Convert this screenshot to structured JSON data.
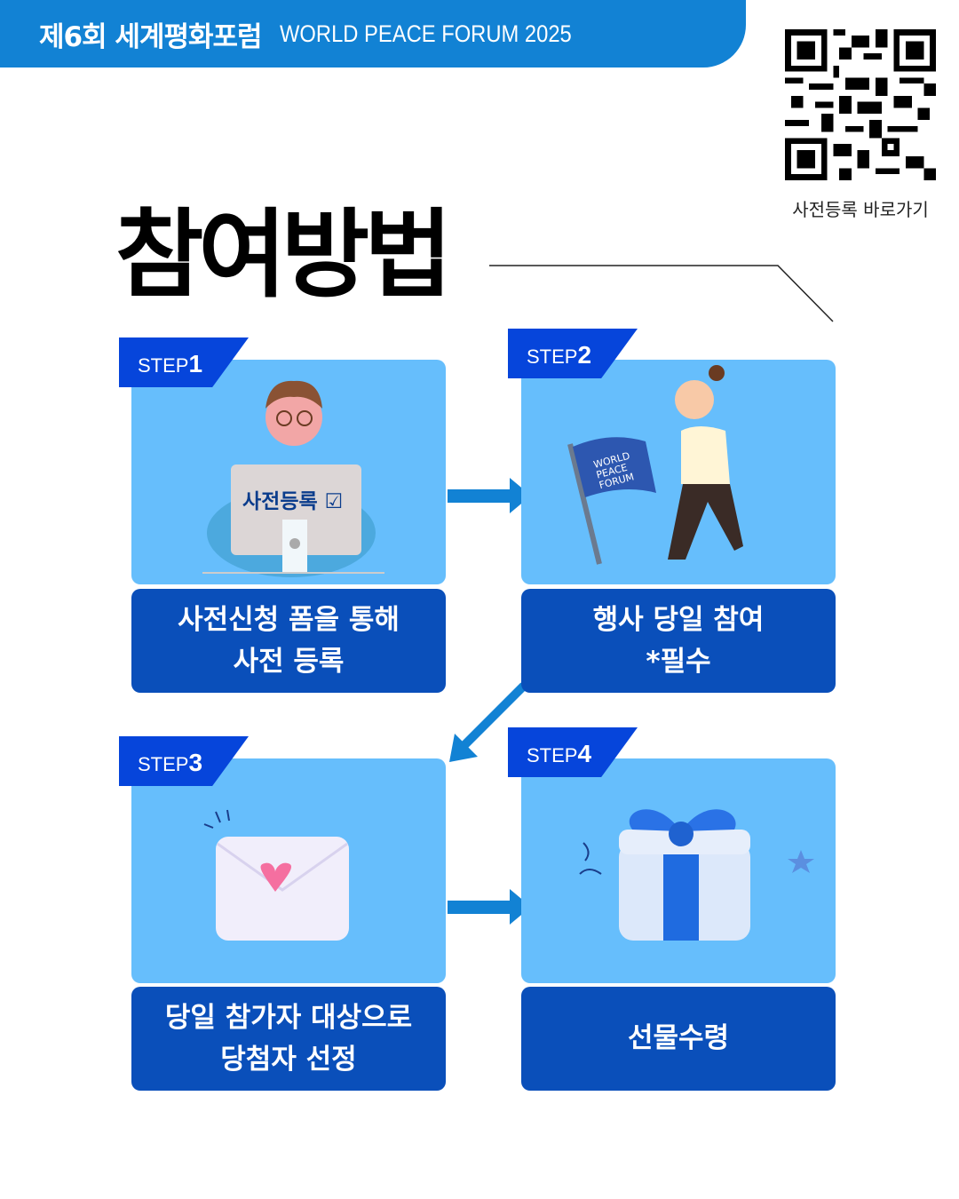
{
  "header": {
    "title_ko": "제6회 세계평화포럼",
    "title_en": "WORLD PEACE FORUM 2025"
  },
  "qr": {
    "caption": "사전등록 바로가기"
  },
  "page_title": "참여방법",
  "steps": [
    {
      "tag": "STEP",
      "num": "1",
      "label": "사전신청 폼을 통해\n사전 등록",
      "screen_text": "사전등록 ☑"
    },
    {
      "tag": "STEP",
      "num": "2",
      "label": "행사 당일 참여\n*필수",
      "flag_text": "WORLD PEACE FORUM"
    },
    {
      "tag": "STEP",
      "num": "3",
      "label": "당일 참가자 대상으로\n당첨자 선정"
    },
    {
      "tag": "STEP",
      "num": "4",
      "label": "선물수령"
    }
  ],
  "colors": {
    "header": "#1282D4",
    "card": "#66BEFC",
    "label": "#0A4FBA",
    "tag": "#0645DB",
    "arrow": "#1282D4"
  }
}
